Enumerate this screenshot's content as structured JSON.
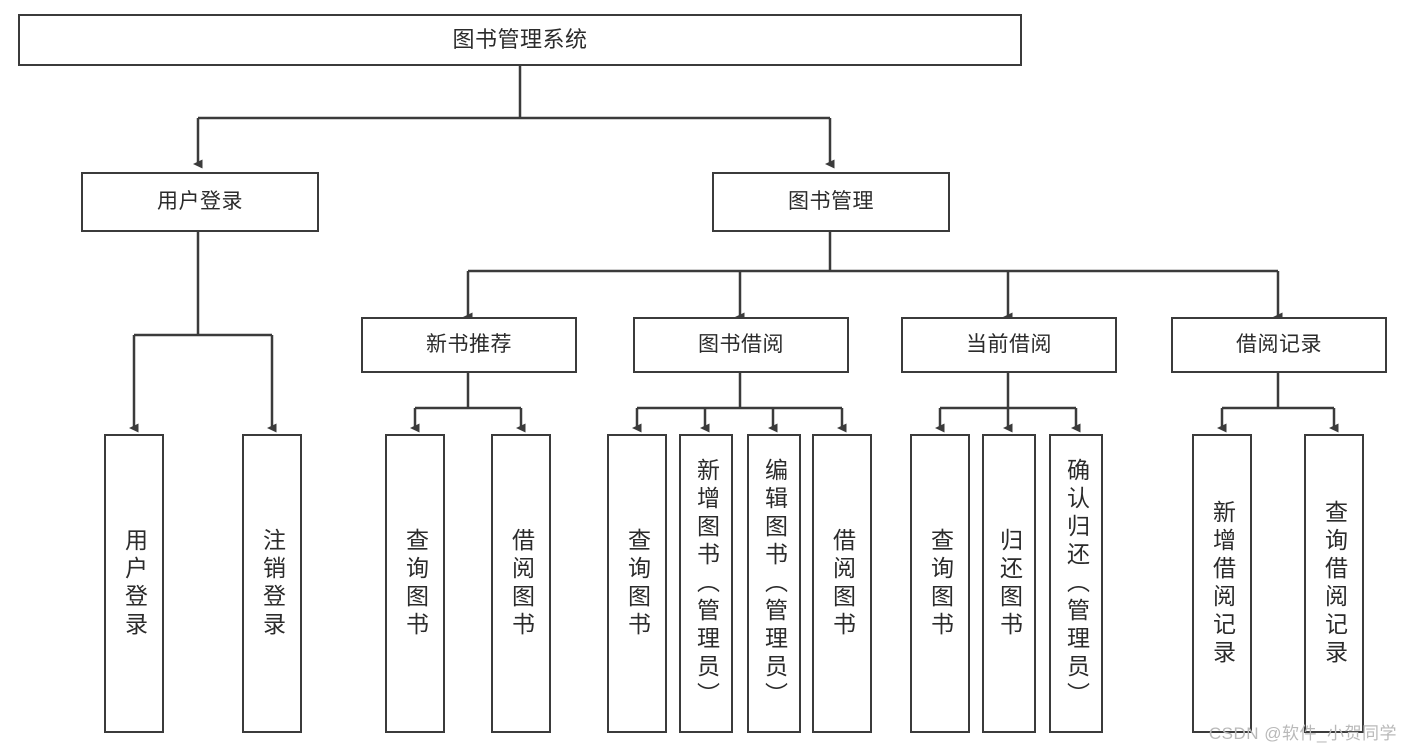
{
  "diagram": {
    "title": "图书管理系统",
    "type": "tree-hierarchy-chart",
    "accent_color": "#3b3b3b",
    "background_color": "#ffffff",
    "text_color": "#2b2b2b"
  },
  "root": {
    "label": "图书管理系统"
  },
  "level2": [
    {
      "label": "用户登录"
    },
    {
      "label": "图书管理"
    }
  ],
  "level3": [
    {
      "label": "新书推荐"
    },
    {
      "label": "图书借阅"
    },
    {
      "label": "当前借阅"
    },
    {
      "label": "借阅记录"
    }
  ],
  "leaves": {
    "user_login": [
      {
        "label": "用户登录"
      },
      {
        "label": "注销登录"
      }
    ],
    "new_book_recommend": [
      {
        "label": "查询图书"
      },
      {
        "label": "借阅图书"
      }
    ],
    "book_borrow": [
      {
        "label": "查询图书"
      },
      {
        "label": "新增图书（管理员）"
      },
      {
        "label": "编辑图书（管理员）"
      },
      {
        "label": "借阅图书"
      }
    ],
    "current_borrow": [
      {
        "label": "查询图书"
      },
      {
        "label": "归还图书"
      },
      {
        "label": "确认归还（管理员）"
      }
    ],
    "borrow_record": [
      {
        "label": "新增借阅记录"
      },
      {
        "label": "查询借阅记录"
      }
    ]
  },
  "watermark": {
    "text": "CSDN @软件_小贺同学"
  }
}
